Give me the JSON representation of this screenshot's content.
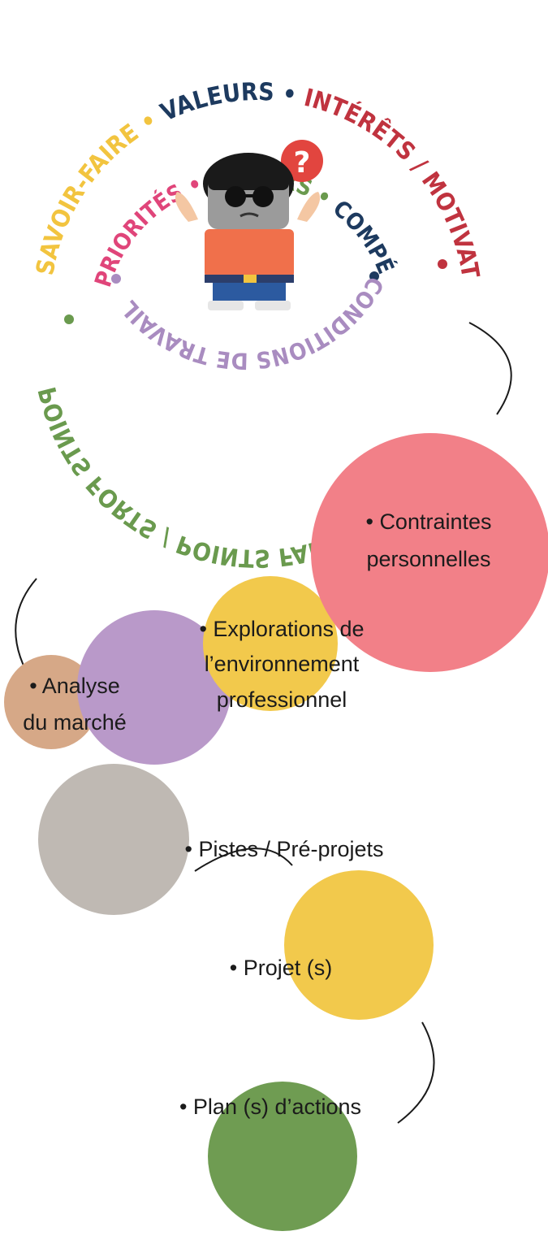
{
  "outer_ring": [
    {
      "text": "SAVOIR-FAIRE",
      "color": "#f2c43f"
    },
    {
      "text": "VALEURS",
      "color": "#1d3a5f"
    },
    {
      "text": "INTÉRÊTS",
      "color": "#c0333f"
    },
    {
      "text": "/",
      "color": "#c0333f"
    },
    {
      "text": "MOTIVATIONS",
      "color": "#c0333f"
    },
    {
      "text": "POINTS FORTS",
      "color": "#6a9a4e"
    },
    {
      "text": "/",
      "color": "#6a9a4e"
    },
    {
      "text": "POINTS FAIBLES",
      "color": "#6a9a4e"
    }
  ],
  "inner_ring": [
    {
      "text": "PRIORITÉS",
      "color": "#e0457a"
    },
    {
      "text": "SAVOIRS",
      "color": "#6a9a4e"
    },
    {
      "text": "COMPÉTENCES ACQUISES",
      "color": "#1d3a5f"
    },
    {
      "text": "CONDITIONS DE TRAVAIL",
      "color": "#a98cc0"
    }
  ],
  "bubbles": [
    {
      "id": "contraintes",
      "line1": "• Contraintes",
      "line2": "personnelles",
      "line3": "",
      "color": "#f28088"
    },
    {
      "id": "explorations",
      "line1": "• Explorations de",
      "line2": "l’environnement",
      "line3": "professionnel",
      "color": "#f2c94c"
    },
    {
      "id": "analyse",
      "line1": "• Analyse",
      "line2": "du marché",
      "line3": "",
      "color": "#d6a887"
    },
    {
      "id": "pistes",
      "line1": "• Pistes / Pré-projets",
      "line2": "",
      "line3": "",
      "color": "#bfb9b3"
    },
    {
      "id": "projet",
      "line1": "• Projet (s)",
      "line2": "",
      "line3": "",
      "color": "#f2c94c"
    },
    {
      "id": "plan",
      "line1": "• Plan (s) d’actions",
      "line2": "",
      "line3": "",
      "color": "#6f9c52"
    }
  ],
  "explorations_circle_color": "#b999c9",
  "character_icon": "confused-person-icon",
  "question_icon": "question-mark-icon"
}
